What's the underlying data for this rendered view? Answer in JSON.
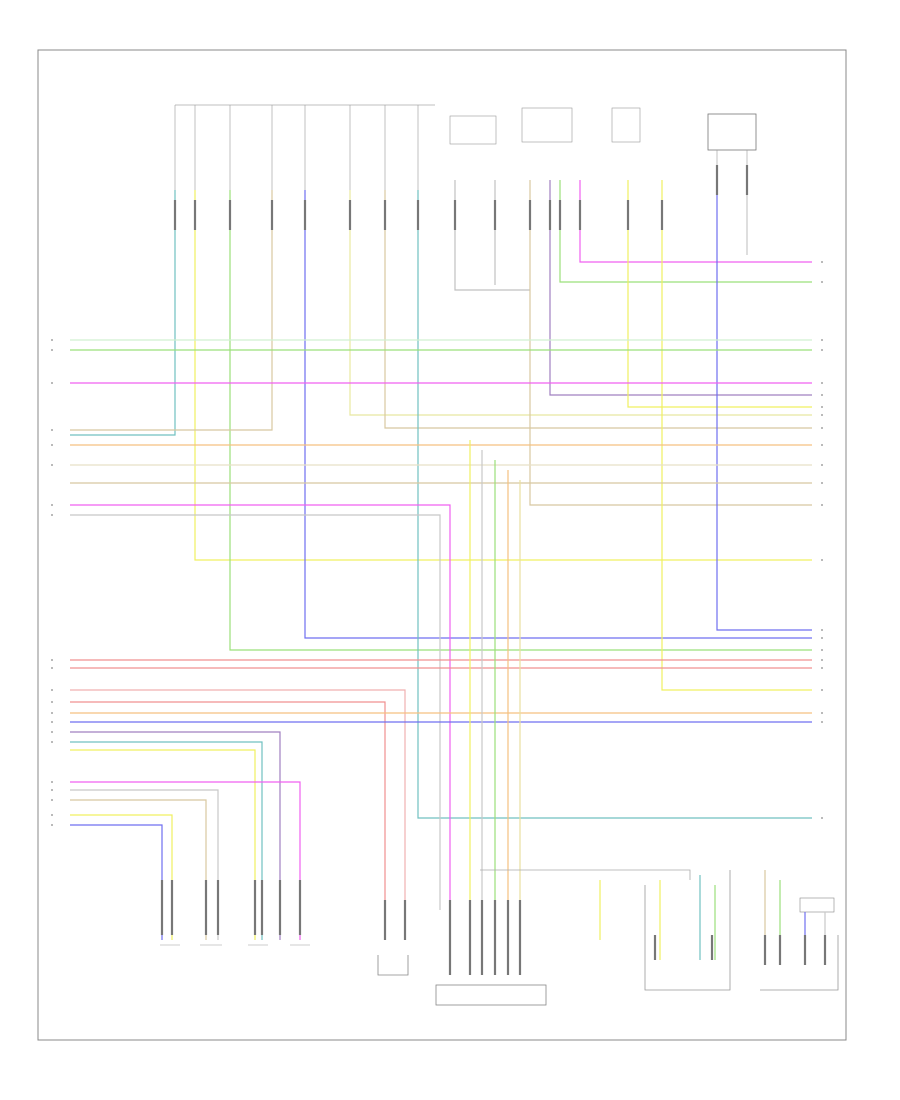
{
  "page_label": "",
  "colors": {
    "frame": "#888888",
    "wire_yellow": "#f0f060",
    "wire_green": "#9be07a",
    "wire_blue": "#6f6ff0",
    "wire_pink": "#f060f0",
    "wire_red": "#f09090",
    "wire_orange": "#f5c080",
    "wire_tan": "#d8c8a0",
    "wire_gray": "#c8c8c8",
    "wire_teal": "#70c0c0",
    "wire_purple": "#a080c0",
    "wire_lightgreen": "#c8f0c0"
  },
  "components": [
    {
      "id": "tcm",
      "label": ""
    },
    {
      "id": "sensor-top-right",
      "label": ""
    },
    {
      "id": "fuel-injectors",
      "label": ""
    },
    {
      "id": "fuel-pump-module",
      "label": ""
    },
    {
      "id": "relay-bottom-right",
      "label": ""
    },
    {
      "id": "instrument-cluster",
      "label": ""
    }
  ]
}
